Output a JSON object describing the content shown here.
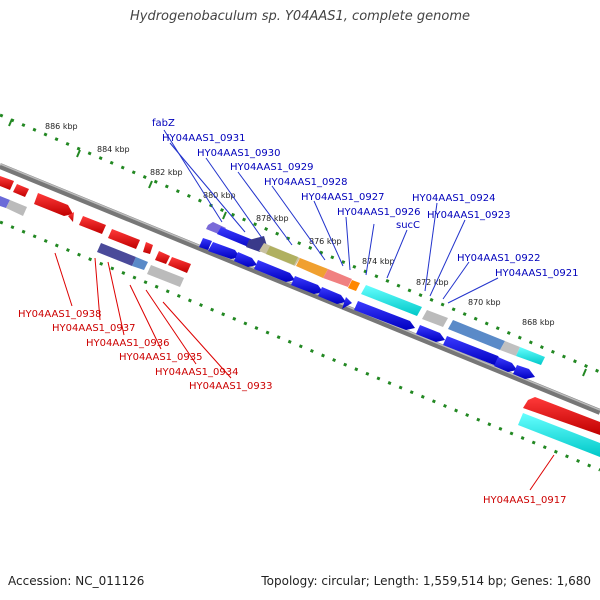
{
  "title": "Hydrogenobaculum sp. Y04AAS1, complete genome",
  "footer": {
    "accession": "Accession: NC_011126",
    "summary": "Topology: circular; Length: 1,559,514 bp; Genes: 1,680"
  },
  "scale_labels": [
    "886 kbp",
    "884 kbp",
    "882 kbp",
    "880 kbp",
    "878 kbp",
    "876 kbp",
    "874 kbp",
    "872 kbp",
    "870 kbp",
    "868 kbp"
  ],
  "forward_labels": [
    "fabZ",
    "HY04AAS1_0931",
    "HY04AAS1_0930",
    "HY04AAS1_0929",
    "HY04AAS1_0928",
    "HY04AAS1_0927",
    "HY04AAS1_0926",
    "sucC",
    "HY04AAS1_0924",
    "HY04AAS1_0923",
    "HY04AAS1_0922",
    "HY04AAS1_0921"
  ],
  "reverse_labels": [
    "HY04AAS1_0938",
    "HY04AAS1_0937",
    "HY04AAS1_0936",
    "HY04AAS1_0935",
    "HY04AAS1_0934",
    "HY04AAS1_0933",
    "HY04AAS1_0917"
  ],
  "colors": {
    "forward_cds": "#0000dd",
    "reverse_cds": "#ee0000",
    "label_forward": "#0000bb",
    "label_reverse": "#cc0000",
    "backbone": "#888888",
    "ticks": "#228822",
    "rna": "#00dddd",
    "hypothetical": "#bbbbbb"
  }
}
